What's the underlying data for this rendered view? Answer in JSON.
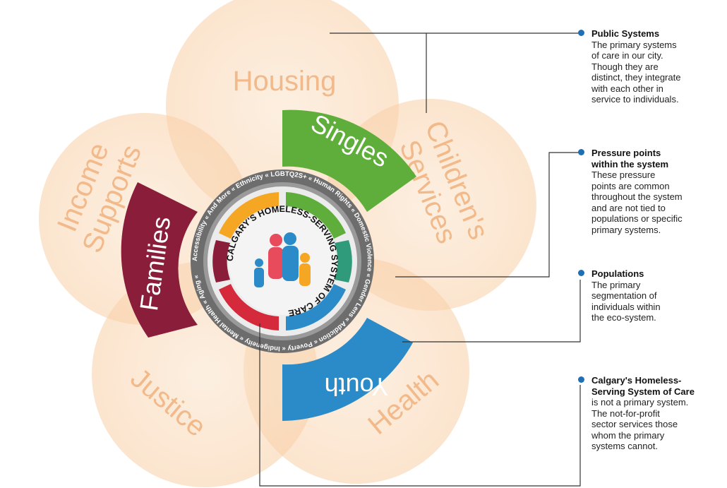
{
  "public_systems": [
    {
      "label": "Housing",
      "color": "#f9d3ac"
    },
    {
      "label": "Children's",
      "label2": "Services",
      "color": "#f9d3ac"
    },
    {
      "label": "Health",
      "color": "#f9d3ac"
    },
    {
      "label": "Justice",
      "color": "#f9d3ac"
    },
    {
      "label": "Income",
      "label2": "Supports",
      "color": "#f9d3ac"
    }
  ],
  "populations": [
    {
      "label": "Singles",
      "color": "#5fae3b"
    },
    {
      "label": "Youth",
      "color": "#2a8bc8"
    },
    {
      "label": "Families",
      "color": "#8a1e3a"
    }
  ],
  "ring_title": "CALGARY'S HOMELESS-SERVING SYSTEM OF CARE",
  "pressure_points_text": "Accessibility « And More «  Ethnicity « LGBTQ2S+ « Human Rights « Domestic Violence « Gender Lens « Addiction « Poverty « Indigeneity « Mental Health « Aging « ",
  "legend": [
    {
      "title": "Public Systems",
      "desc": "The primary systems\nof care in our city.\nThough they are\ndistinct, they integrate\nwith each other in\nservice to individuals."
    },
    {
      "title": "Pressure points\nwithin the system",
      "desc": "These pressure\npoints are common\nthroughout the system\nand are not tied to\npopulations or specific\nprimary systems."
    },
    {
      "title": "Populations",
      "desc": "The primary\nsegmentation of\nindividuals within\nthe eco-system."
    },
    {
      "title": "Calgary's Homeless-\nServing System of Care",
      "desc": "is not a primary system.\nThe not-for-profit\nsector services those\nwhom the primary\nsystems cannot."
    }
  ],
  "colors": {
    "accent_dot": "#1f6fb5",
    "line": "#333333",
    "ring": "#6d6d6d",
    "circle_text": "#f2b98a"
  }
}
